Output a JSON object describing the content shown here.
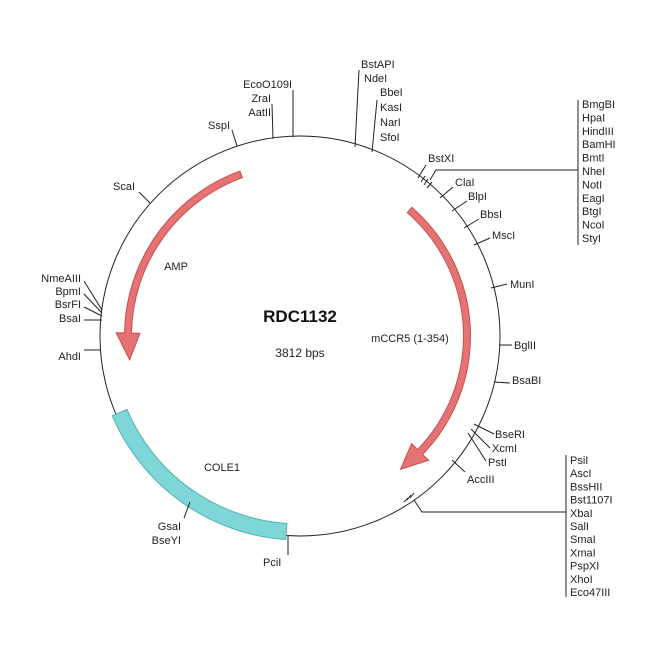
{
  "plasmid": {
    "name": "RDC1132",
    "size": "3812 bps"
  },
  "features": {
    "amp": "AMP",
    "mccr5": "mCCR5 (1-354)",
    "cole1": "COLE1"
  },
  "colors": {
    "arrow": "#e57373",
    "arrow_stroke": "#c94f4f",
    "ori": "#7fd6d6",
    "ori_stroke": "#4fb3b3"
  },
  "sites": {
    "sspi": "SspI",
    "ecoo109i": "EcoO109I",
    "zrai": "ZraI",
    "aatii": "AatII",
    "bstapi": "BstAPI",
    "ndei": "NdeI",
    "bbei": "BbeI",
    "kasi": "KasI",
    "nari": "NarI",
    "sfoi": "SfoI",
    "bstxi": "BstXI",
    "clai": "ClaI",
    "blpi": "BlpI",
    "bbsi": "BbsI",
    "msci": "MscI",
    "muni": "MunI",
    "bglii": "BglII",
    "bsabi": "BsaBI",
    "bseri": "BseRI",
    "xcmi": "XcmI",
    "psti": "PstI",
    "acciii": "AccIII",
    "pcii": "PciI",
    "gsai": "GsaI",
    "bseyi": "BseYI",
    "scai": "ScaI",
    "nmeaiii": "NmeAIII",
    "bpmi": "BpmI",
    "bsrfi": "BsrFI",
    "bsai": "BsaI",
    "ahdi": "AhdI"
  },
  "mcs_top": [
    "BmgBI",
    "HpaI",
    "HindIII",
    "BamHI",
    "BmtI",
    "NheI",
    "NotI",
    "EagI",
    "BtgI",
    "NcoI",
    "StyI"
  ],
  "mcs_bottom": [
    "PsiI",
    "AscI",
    "BssHII",
    "Bst1107I",
    "XbaI",
    "SalI",
    "SmaI",
    "XmaI",
    "PspXI",
    "XhoI",
    "Eco47III"
  ]
}
